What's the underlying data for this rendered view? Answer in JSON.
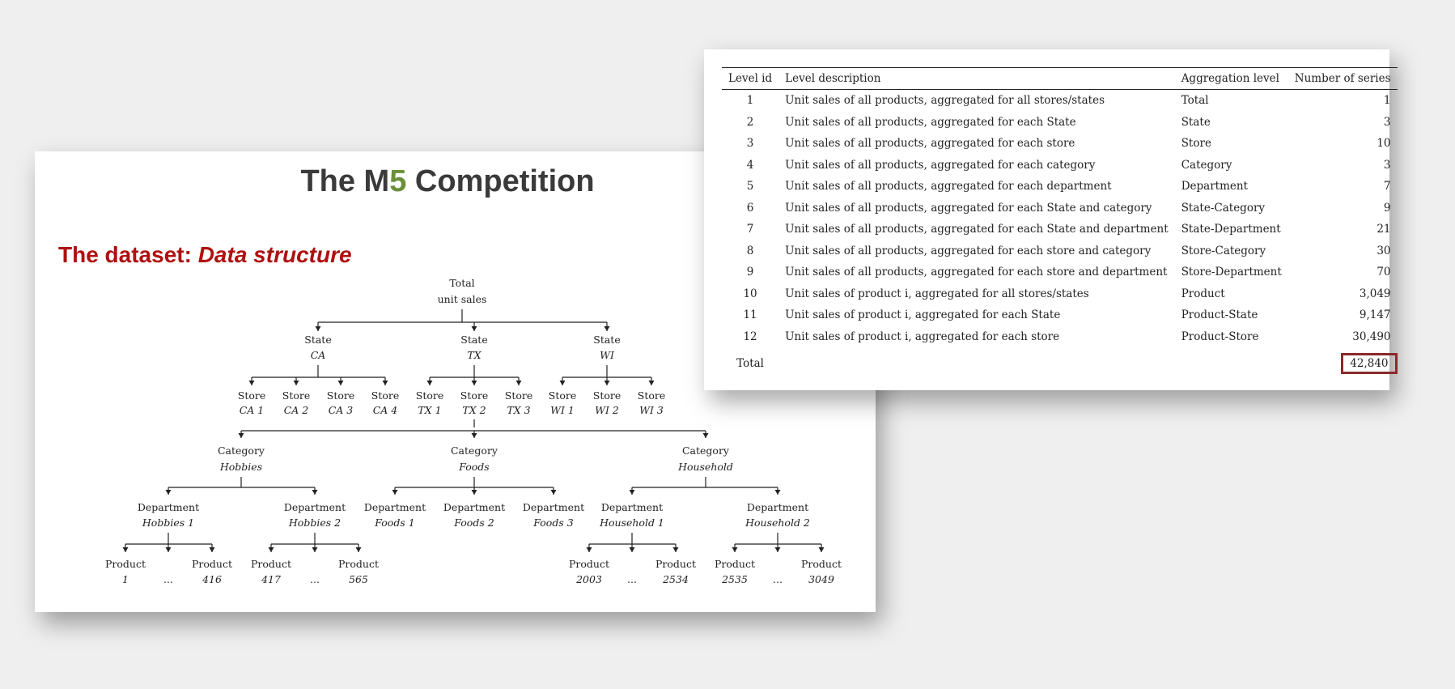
{
  "slide": {
    "title_part1": "The M",
    "title_accent": "5",
    "title_part2": " Competition",
    "subtitle_prefix": "The dataset: ",
    "subtitle_italic": "Data structure",
    "colors": {
      "title": "#3a3a3a",
      "accent": "#6b8f3a",
      "subtitle": "#b01010"
    }
  },
  "tree": {
    "root": {
      "line1": "Total",
      "line2": "unit sales"
    },
    "states": [
      {
        "label": "State",
        "code": "CA"
      },
      {
        "label": "State",
        "code": "TX"
      },
      {
        "label": "State",
        "code": "WI"
      }
    ],
    "stores": [
      {
        "label": "Store",
        "code": "CA 1"
      },
      {
        "label": "Store",
        "code": "CA 2"
      },
      {
        "label": "Store",
        "code": "CA 3"
      },
      {
        "label": "Store",
        "code": "CA 4"
      },
      {
        "label": "Store",
        "code": "TX 1"
      },
      {
        "label": "Store",
        "code": "TX 2"
      },
      {
        "label": "Store",
        "code": "TX 3"
      },
      {
        "label": "Store",
        "code": "WI 1"
      },
      {
        "label": "Store",
        "code": "WI 2"
      },
      {
        "label": "Store",
        "code": "WI 3"
      }
    ],
    "categories": [
      {
        "label": "Category",
        "name": "Hobbies"
      },
      {
        "label": "Category",
        "name": "Foods"
      },
      {
        "label": "Category",
        "name": "Household"
      }
    ],
    "departments": [
      {
        "label": "Department",
        "name": "Hobbies 1"
      },
      {
        "label": "Department",
        "name": "Hobbies 2"
      },
      {
        "label": "Department",
        "name": "Foods 1"
      },
      {
        "label": "Department",
        "name": "Foods 2"
      },
      {
        "label": "Department",
        "name": "Foods 3"
      },
      {
        "label": "Department",
        "name": "Household 1"
      },
      {
        "label": "Department",
        "name": "Household 2"
      }
    ],
    "product_groups": [
      {
        "label": "Product",
        "first": "1",
        "dots": "...",
        "last": "416"
      },
      {
        "label": "Product",
        "first": "417",
        "dots": "...",
        "last": "565"
      },
      {
        "label": "Product",
        "first": "2003",
        "dots": "...",
        "last": "2534"
      },
      {
        "label": "Product",
        "first": "2535",
        "dots": "...",
        "last": "3049"
      }
    ]
  },
  "table": {
    "headers": [
      "Level id",
      "Level description",
      "Aggregation level",
      "Number of series"
    ],
    "rows": [
      {
        "id": "1",
        "desc": "Unit sales of all products, aggregated for all stores/states",
        "level": "Total",
        "count": "1"
      },
      {
        "id": "2",
        "desc": "Unit sales of all products, aggregated for each State",
        "level": "State",
        "count": "3"
      },
      {
        "id": "3",
        "desc": "Unit sales of all products, aggregated for each store",
        "level": "Store",
        "count": "10"
      },
      {
        "id": "4",
        "desc": "Unit sales of all products, aggregated for each category",
        "level": "Category",
        "count": "3"
      },
      {
        "id": "5",
        "desc": "Unit sales of all products, aggregated for each department",
        "level": "Department",
        "count": "7"
      },
      {
        "id": "6",
        "desc": "Unit sales of all products, aggregated for each State and category",
        "level": "State-Category",
        "count": "9"
      },
      {
        "id": "7",
        "desc": "Unit sales of all products, aggregated for each State and department",
        "level": "State-Department",
        "count": "21"
      },
      {
        "id": "8",
        "desc": "Unit sales of all products, aggregated for each store and category",
        "level": "Store-Category",
        "count": "30"
      },
      {
        "id": "9",
        "desc": "Unit sales of all products, aggregated for each store and department",
        "level": "Store-Department",
        "count": "70"
      },
      {
        "id": "10",
        "desc": "Unit sales of product i, aggregated for all stores/states",
        "level": "Product",
        "count": "3,049"
      },
      {
        "id": "11",
        "desc": "Unit sales of product i, aggregated for each State",
        "level": "Product-State",
        "count": "9,147"
      },
      {
        "id": "12",
        "desc": "Unit sales of product i, aggregated for each store",
        "level": "Product-Store",
        "count": "30,490"
      }
    ],
    "total_label": "Total",
    "total_count": "42,840",
    "highlight_color": "#8b2a2a"
  }
}
